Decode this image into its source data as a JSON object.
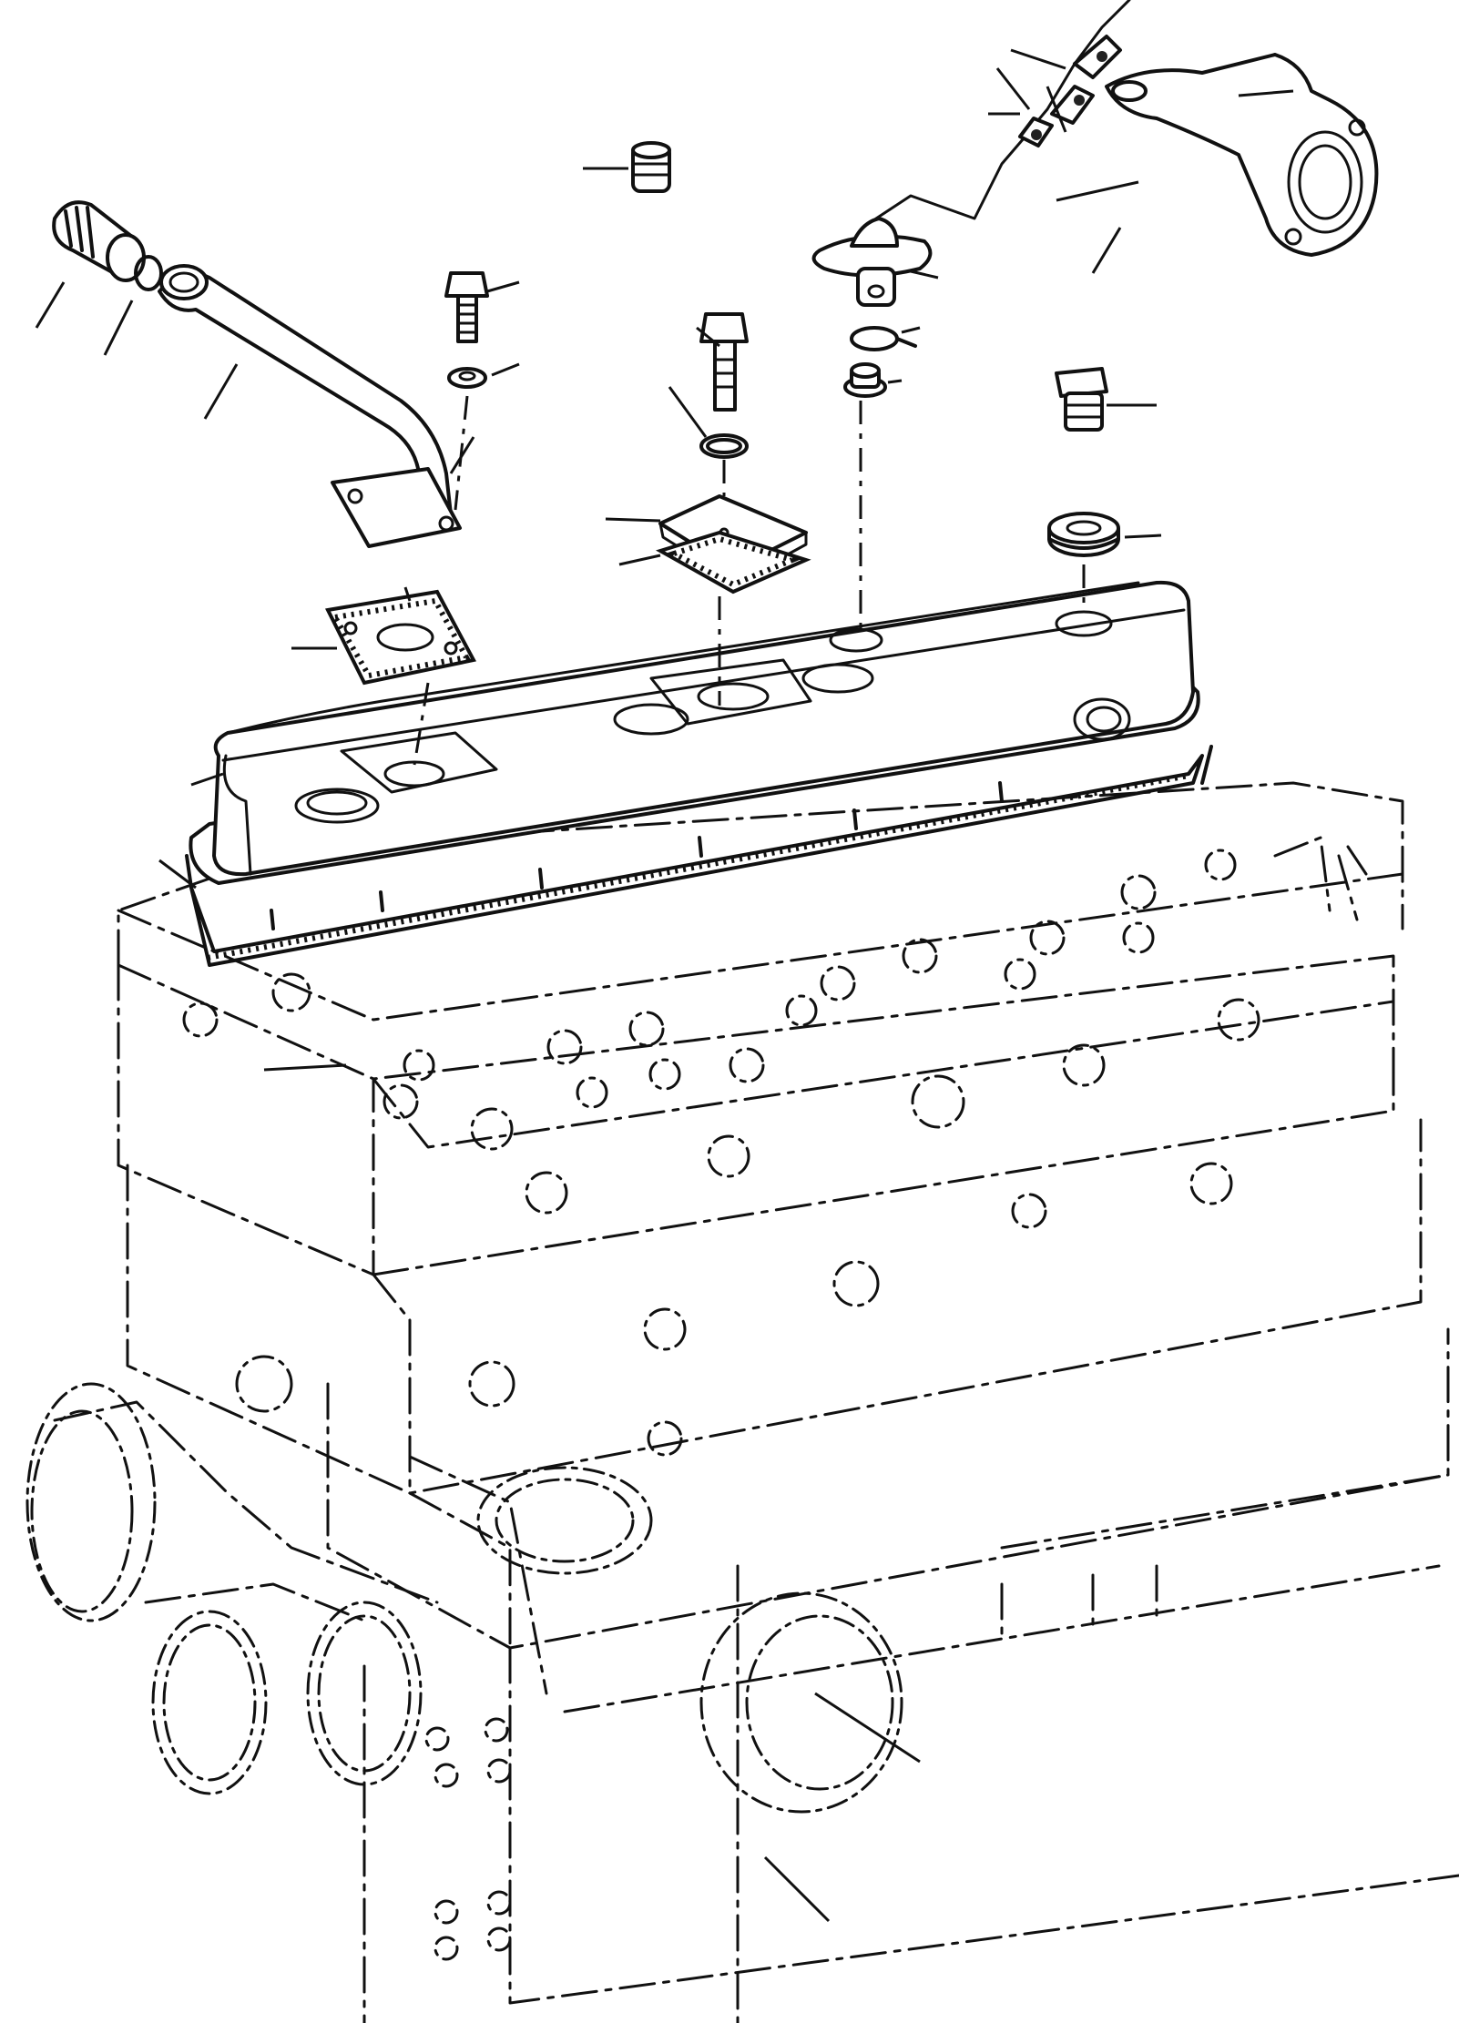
{
  "diagram": {
    "type": "exploded-parts-drawing",
    "callout_numbers_shown": false,
    "ink_color": "#111111",
    "background_color": "#ffffff",
    "parts": [
      "hose-fitting",
      "seal-ring",
      "breather-tube",
      "tube-flange-bolt",
      "bolt-washer",
      "tube-flange-gasket",
      "plug",
      "center-bolt",
      "center-washer",
      "cover-plate",
      "cover-plate-gasket",
      "temperature-sensor-housing",
      "sensor-clip",
      "sensor-bushing",
      "water-outlet-elbow",
      "sensor-wire",
      "drain-plug",
      "plug-seal",
      "valve-cover",
      "valve-cover-gasket",
      "cylinder-head",
      "engine-block"
    ]
  }
}
